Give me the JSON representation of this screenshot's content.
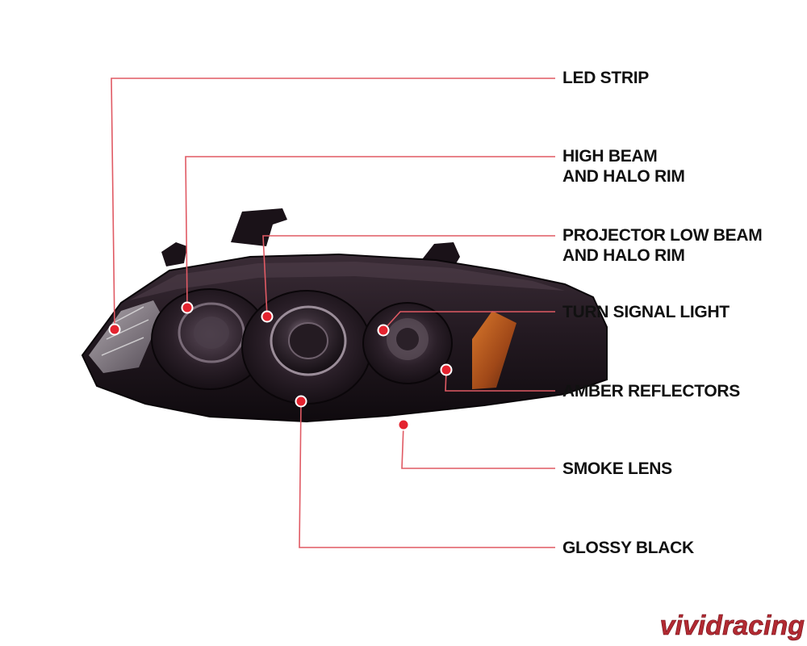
{
  "callouts": {
    "led_strip": {
      "lines": [
        "LED STRIP"
      ]
    },
    "high_beam": {
      "lines": [
        "HIGH BEAM",
        "AND HALO RIM"
      ]
    },
    "projector_low_beam": {
      "lines": [
        "PROJECTOR LOW BEAM",
        "AND HALO RIM"
      ]
    },
    "turn_signal": {
      "lines": [
        "TURN SIGNAL LIGHT"
      ]
    },
    "amber_reflectors": {
      "lines": [
        "AMBER REFLECTORS"
      ]
    },
    "smoke_lens": {
      "lines": [
        "SMOKE LENS"
      ]
    },
    "glossy_black": {
      "lines": [
        "GLOSSY BLACK"
      ]
    }
  },
  "watermark": {
    "text": "vividracing"
  },
  "colors": {
    "leader_line": "#e05a64",
    "marker_dot": "#e4232f",
    "housing": "#1d141b",
    "amber": "#b5541c",
    "label_text": "#111111",
    "watermark": "#b22a32"
  }
}
